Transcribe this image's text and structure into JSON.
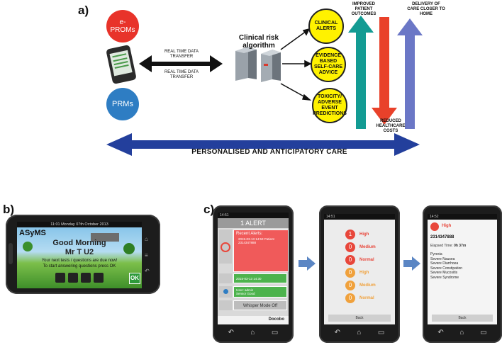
{
  "labels": {
    "a": "a)",
    "b": "b)",
    "c": "c)"
  },
  "panel_a": {
    "eproms": "e-\nPROMs",
    "prms": "PRMs",
    "realtime_top": "REAL TIME DATA\nTRANSFER",
    "realtime_bottom": "REAL TIME DATA\nTRANSFER",
    "algorithm": "Clinical risk\nalgorithm",
    "outputs": [
      "CLINICAL\nALERTS",
      "EVIDENCE\nBASED\nSELF-CARE\nADVICE",
      "TOXICITY/\nADVERSE\nEVENT\nPREDICTIONS"
    ],
    "improved": "IMPROVED\nPATIENT\nOUTCOMES",
    "delivery": "DELIVERY OF\nCARE CLOSER TO\nHOME",
    "reduced": "REDUCED\nHEALTHCARE\nCOSTS",
    "banner": "PERSONALISED  AND ANTICIPATORY CARE",
    "colors": {
      "teal": "#139b93",
      "red": "#e9412a",
      "purple": "#6b77c6",
      "navy": "#233f9c",
      "yellow": "#fff200"
    }
  },
  "panel_b": {
    "status": "11:01 Monday 07th October 2013",
    "app": "ASyMS",
    "greeting": "Good Morning",
    "name": "Mr T U2",
    "msg1": "Your next tests / questions are due now!",
    "msg2": "To start answering questions press OK",
    "ok": "OK"
  },
  "panel_c": {
    "phone1": {
      "time": "14:51",
      "title": "1 ALERT",
      "recent": "Recent Alerts:",
      "alert_line1": "2015-03-13 14:53 Patient",
      "alert_line2": "2314347888",
      "row2": "2015-03-13 14:30",
      "row3_line1": "User: admin",
      "row3_line2": "Sensor Good",
      "whisper": "Whisper Mode Off",
      "brand": "Docobo"
    },
    "phone2": {
      "time": "14:51",
      "levels": [
        {
          "count": "1",
          "label": "High",
          "color": "#e8473b"
        },
        {
          "count": "0",
          "label": "Medium",
          "color": "#e8473b"
        },
        {
          "count": "0",
          "label": "Normal",
          "color": "#e8473b"
        },
        {
          "count": "0",
          "label": "High",
          "color": "#f0a13c"
        },
        {
          "count": "0",
          "label": "Medium",
          "color": "#f0a13c"
        },
        {
          "count": "0",
          "label": "Normal",
          "color": "#f0a13c"
        }
      ],
      "back": "Back"
    },
    "phone3": {
      "time": "14:52",
      "level": "High",
      "patient": "2314347888",
      "elapsed_label": "Elapsed Time:",
      "elapsed": "0h 37m",
      "symptoms": [
        "Pyrexia",
        "Severe Nausea",
        "Severe Diarrhoea",
        "Severe Constipation",
        "Severe Mucositis",
        "Severe Syndrome"
      ],
      "back": "Back"
    }
  }
}
